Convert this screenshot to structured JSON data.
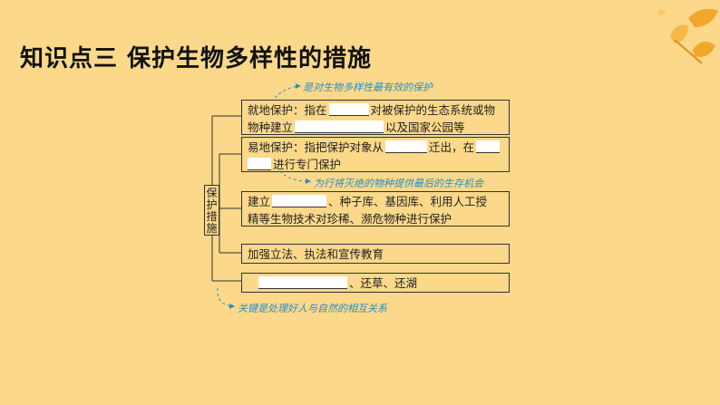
{
  "title": "知识点三  保护生物多样性的措施",
  "root": [
    "保",
    "护",
    "措",
    "施"
  ],
  "items": [
    {
      "parts": [
        "就地保护：指在",
        "",
        "对被保护的生态系统或物",
        "",
        "以及国家公园等"
      ]
    },
    {
      "parts": [
        "易地保护：指把保护对象从",
        "",
        "迁出，在",
        "",
        "进行专门保护"
      ]
    },
    {
      "parts": [
        "建立",
        "",
        "、种子库、基因库、利用人工授",
        "精等生物技术对珍稀、濒危物种进行保护"
      ]
    },
    {
      "parts": [
        "加强立法、执法和宣传教育"
      ]
    },
    {
      "parts": [
        "",
        "",
        "、还草、还湖"
      ]
    }
  ],
  "notes": {
    "top": "是对生物多样性最有效的保护",
    "middle": "为行将灭绝的物种提供最后的生存机会",
    "bottom": "关键是处理好人与自然的相互关系"
  },
  "colors": {
    "background": "#fbd88a",
    "note": "#2a8fc4",
    "accent": "#f2a72b"
  }
}
